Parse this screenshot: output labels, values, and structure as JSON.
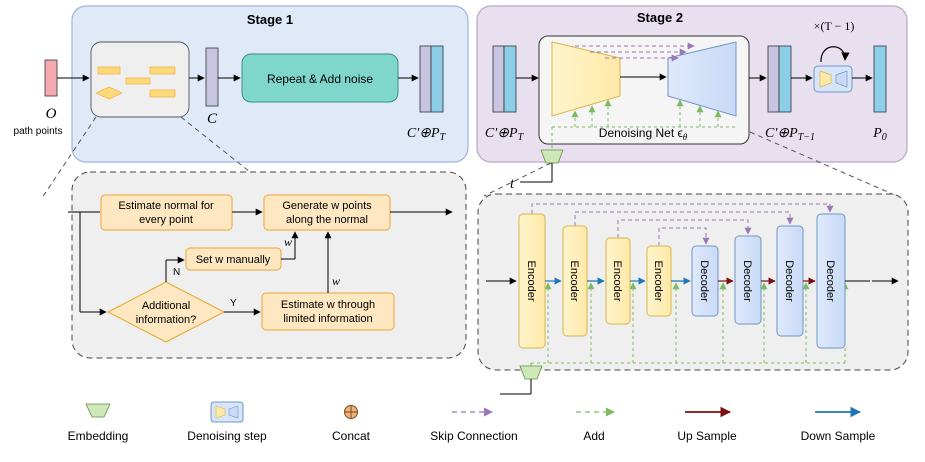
{
  "stage1": {
    "title": "Stage 1",
    "O_label": "O",
    "path_points": "path points",
    "C_label": "C",
    "repeat_noise": "Repeat & Add noise",
    "concat_label": "C′⊕P",
    "concat_sub": "T"
  },
  "stage2": {
    "title": "Stage 2",
    "concat_in": "C′⊕P",
    "concat_in_sub": "T",
    "denoise_label": "Denoising Net ϵ",
    "denoise_sub": "θ",
    "concat_out": "C′⊕P",
    "concat_out_sub": "T−1",
    "repeat": "×(T − 1)",
    "P0": "P",
    "P0_sub": "0",
    "t_label": "t"
  },
  "flow": {
    "estimate_normal": [
      "Estimate normal for",
      "every point"
    ],
    "generate": [
      "Generate w points",
      "along the normal"
    ],
    "set_manual": "Set w manually",
    "additional": [
      "Additional",
      "information?"
    ],
    "estimate_w": [
      "Estimate w through",
      "limited information"
    ],
    "w": "w",
    "yes": "Y",
    "no": "N"
  },
  "unet": {
    "encoder": "Encoder",
    "decoder": "Decoder"
  },
  "legend": {
    "embedding": "Embedding",
    "denoising_step": "Denoising step",
    "concat": "Concat",
    "skip": "Skip Connection",
    "add": "Add",
    "up": "Up Sample",
    "down": "Down Sample"
  },
  "colors": {
    "stage1_bg": "#dfe9f8",
    "stage2_bg": "#e9e0ef",
    "teal": "#7fd6cd",
    "skip": "#9a78b8",
    "add": "#7dbb63",
    "up": "#7a1010",
    "down": "#1f77b4"
  }
}
